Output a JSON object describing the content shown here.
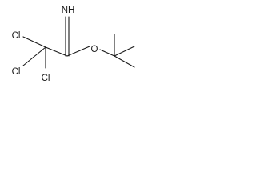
{
  "structure": {
    "atoms": {
      "imine": "NH",
      "oxygen": "O",
      "chlorine_top": "Cl",
      "chlorine_left": "Cl",
      "chlorine_bottom": "Cl"
    }
  },
  "colors": {
    "bond": "#1a1a1a",
    "label": "#1a1a1a",
    "background": "#ffffff"
  }
}
